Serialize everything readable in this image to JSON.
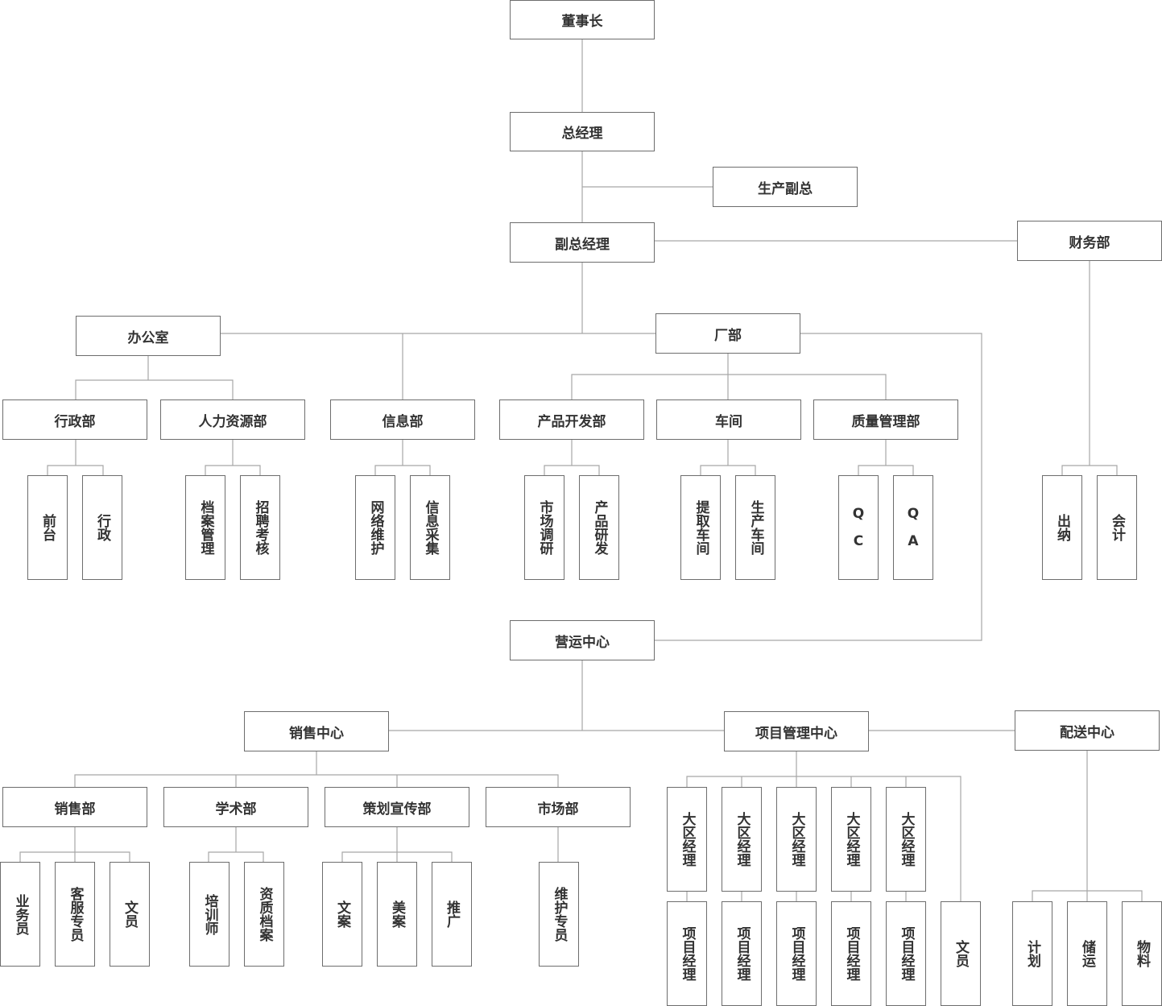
{
  "colors": {
    "line": "#a6a6a6",
    "border": "#6d6d6d",
    "text": "#333333"
  },
  "nodes": {
    "chairman": "董事长",
    "gm": "总经理",
    "prod_vp": "生产副总",
    "deputy_gm": "副总经理",
    "finance": "财务部",
    "office": "办公室",
    "factory": "厂部",
    "admin_dept": "行政部",
    "hr_dept": "人力资源部",
    "info_dept": "信息部",
    "pd_dept": "产品开发部",
    "workshop": "车间",
    "qm_dept": "质量管理部",
    "front_desk": "前台",
    "admin": "行政",
    "archive_mgmt": "档案管理",
    "recruit_eval": "招聘考核",
    "network_maint": "网络维护",
    "info_collect": "信息采集",
    "market_research": "市场调研",
    "product_rd": "产品研发",
    "extract_ws": "提取车间",
    "prod_ws": "生产车间",
    "qc": "Q\nC",
    "qa": "Q\nA",
    "cashier": "出纳",
    "accounting": "会计",
    "ops_center": "营运中心",
    "sales_center": "销售中心",
    "pm_center": "项目管理中心",
    "delivery_center": "配送中心",
    "sales_dept": "销售部",
    "academic_dept": "学术部",
    "planning_dept": "策划宣传部",
    "market_dept": "市场部",
    "salesman": "业务员",
    "cs_specialist": "客服专员",
    "clerk_sales": "文员",
    "trainer": "培训师",
    "qual_archive": "资质档案",
    "copywriting": "文案",
    "art_design": "美案",
    "promotion": "推广",
    "maint_specialist": "维护专员",
    "rm1": "大区经理",
    "rm2": "大区经理",
    "rm3": "大区经理",
    "rm4": "大区经理",
    "rm5": "大区经理",
    "pm1": "项目经理",
    "pm2": "项目经理",
    "pm3": "项目经理",
    "pm4": "项目经理",
    "pm5": "项目经理",
    "clerk_pm": "文员",
    "planning": "计划",
    "storage": "储运",
    "materials": "物料"
  }
}
